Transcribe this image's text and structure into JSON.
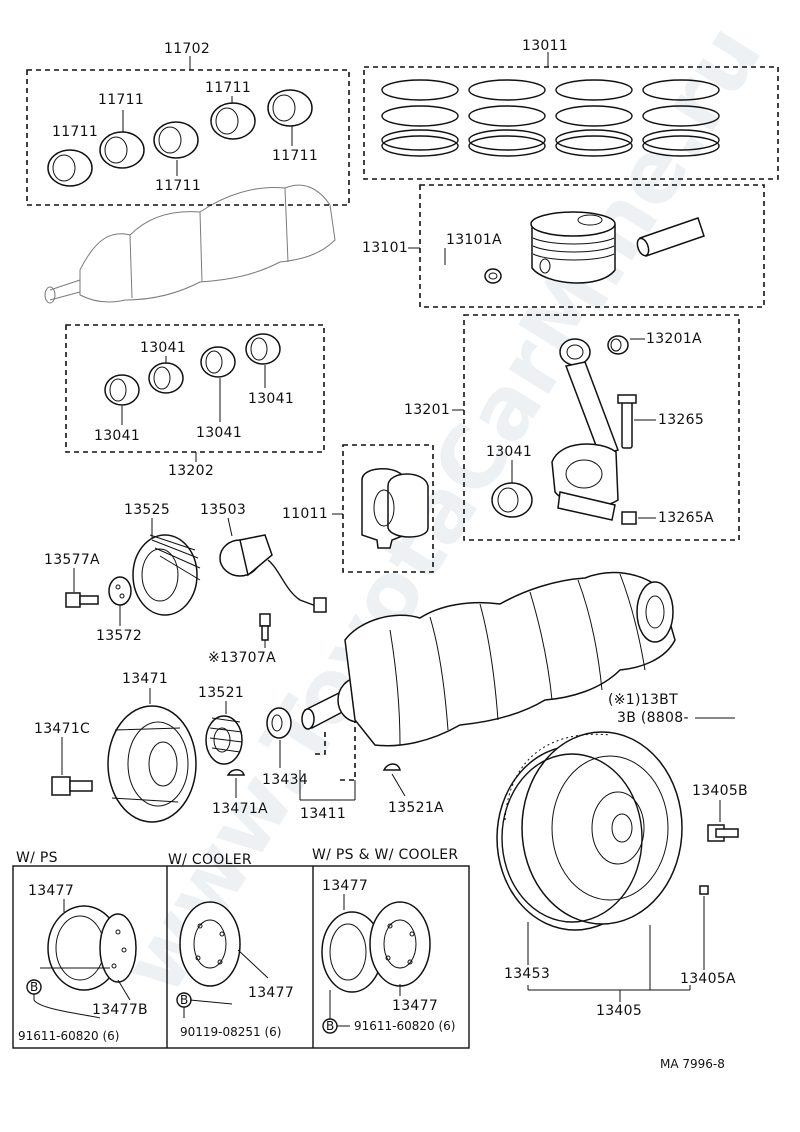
{
  "watermark": "www.ToyotaCarMine.ru",
  "labels": {
    "p11702": "11702",
    "p11711_a": "11711",
    "p11711_b": "11711",
    "p11711_c": "11711",
    "p11711_d": "11711",
    "p11711_e": "11711",
    "p13011": "13011",
    "p13101": "13101",
    "p13101A": "13101A",
    "p13041_a": "13041",
    "p13041_b": "13041",
    "p13041_c": "13041",
    "p13041_d": "13041",
    "p13202": "13202",
    "p13201": "13201",
    "p13201A": "13201A",
    "p13265": "13265",
    "p13041_rod": "13041",
    "p13265A": "13265A",
    "p11011": "11011",
    "p13525": "13525",
    "p13503": "13503",
    "p13577A": "13577A",
    "p13572": "13572",
    "p13707A": "※13707A",
    "p13471": "13471",
    "p13521": "13521",
    "p13471C": "13471C",
    "p13434": "13434",
    "p13471A": "13471A",
    "p13411": "13411",
    "p13521A": "13521A",
    "note1": "(※1)13BT",
    "note2": "3B (8808-",
    "p13405B": "13405B",
    "p13453": "13453",
    "p13405A": "13405A",
    "p13405": "13405"
  },
  "variants": [
    {
      "heading": "W/ PS",
      "part": "13477",
      "part2": "13477B",
      "bolt_badge": "B",
      "bolt": "91611-60820 (6)"
    },
    {
      "heading": "W/ COOLER",
      "part": "13477",
      "bolt_badge": "B",
      "bolt": "90119-08251 (6)"
    },
    {
      "heading": "W/ PS & W/ COOLER",
      "part": "13477",
      "part2": "13477",
      "bolt_badge": "B",
      "bolt": "91611-60820 (6)"
    }
  ],
  "figure_code": "MA 7996-8"
}
